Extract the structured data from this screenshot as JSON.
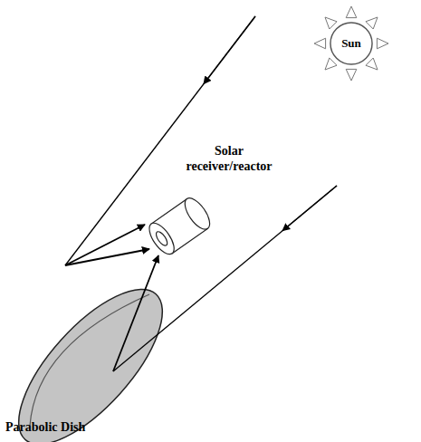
{
  "diagram": {
    "nodes": [
      {
        "text": [
          "Sun"
        ]
      }
    ],
    "labels": [
      "Solar receiver/reactor",
      "Parabolic Dish"
    ]
  }
}
